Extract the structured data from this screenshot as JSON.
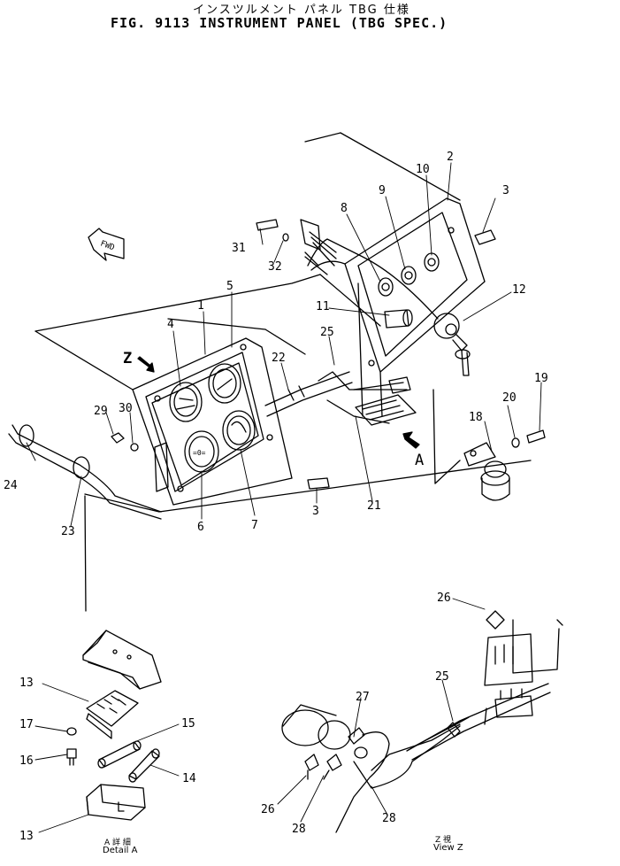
{
  "header": {
    "title_jp": "インスツルメント パネル  TBG 仕様",
    "title_en": "FIG. 9113  INSTRUMENT PANEL (TBG SPEC.)"
  },
  "fwd_label": "FWD",
  "view_markers": {
    "z": "Z",
    "a": "A"
  },
  "callouts": [
    "1",
    "2",
    "3",
    "3",
    "4",
    "5",
    "6",
    "7",
    "8",
    "9",
    "10",
    "11",
    "12",
    "13",
    "13",
    "14",
    "15",
    "16",
    "17",
    "18",
    "19",
    "20",
    "21",
    "22",
    "23",
    "24",
    "25",
    "25",
    "26",
    "26",
    "27",
    "28",
    "28",
    "29",
    "30",
    "31",
    "32"
  ],
  "gauge_text": "=0=",
  "captions": {
    "detail_a_jp": "A 詳 細",
    "detail_a_en": "Detail A",
    "view_z_jp": "Z   視",
    "view_z_en": "View Z"
  }
}
